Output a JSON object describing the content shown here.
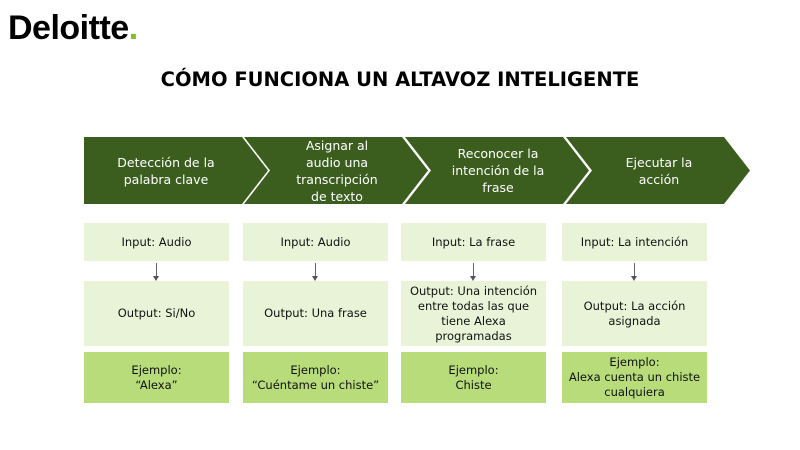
{
  "brand": {
    "name": "Deloitte",
    "dot": ".",
    "dot_color": "#86bc25"
  },
  "title": "CÓMO FUNCIONA UN ALTAVOZ INTELIGENTE",
  "colors": {
    "arrow": "#3b5e1e",
    "light_box": "#e9f3d8",
    "dark_box": "#b7dc79"
  },
  "steps": [
    {
      "label": "Detección de la palabra clave",
      "input": "Input: Audio",
      "output": "Output: Si/No",
      "example": "Ejemplo:\n“Alexa”"
    },
    {
      "label": "Asignar al audio una transcripción de texto",
      "input": "Input: Audio",
      "output": "Output: Una frase",
      "example": "Ejemplo:\n“Cuéntame un chiste”"
    },
    {
      "label": "Reconocer la intención de la frase",
      "input": "Input: La frase",
      "output": "Output: Una intención entre todas las que tiene Alexa programadas",
      "example": "Ejemplo:\nChiste"
    },
    {
      "label": "Ejecutar la acción",
      "input": "Input: La intención",
      "output": "Output: La acción asignada",
      "example": "Ejemplo:\nAlexa cuenta un chiste cualquiera"
    }
  ]
}
